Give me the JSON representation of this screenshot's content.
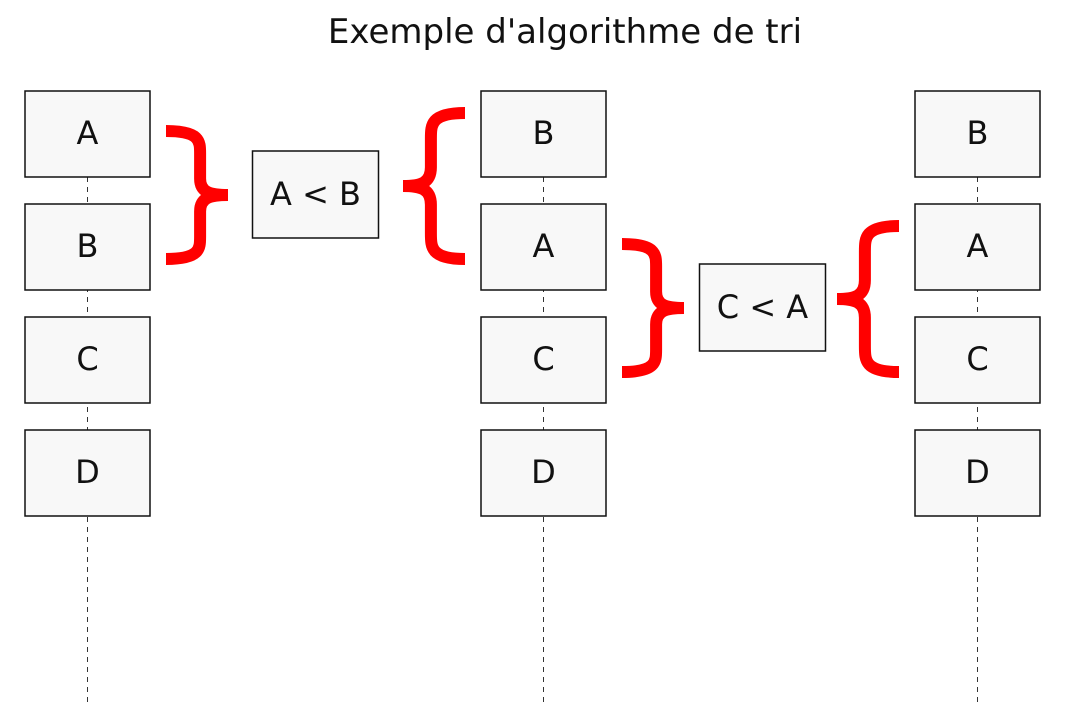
{
  "title": "Exemple d'algorithme de tri",
  "colors": {
    "box_fill": "#f8f8f8",
    "box_stroke": "#111111",
    "brace": "#ff0000",
    "text": "#111111",
    "dashed_line": "#333333"
  },
  "columns": [
    {
      "id": "initial",
      "items": [
        "A",
        "B",
        "C",
        "D"
      ]
    },
    {
      "id": "after-first-comparison",
      "items": [
        "B",
        "A",
        "C",
        "D"
      ]
    },
    {
      "id": "after-second-comparison",
      "items": [
        "B",
        "A",
        "C",
        "D"
      ]
    }
  ],
  "comparisons": [
    {
      "label": "A < B",
      "from_column": 0,
      "from_items": [
        0,
        1
      ],
      "to_column": 1,
      "to_items": [
        0,
        1
      ]
    },
    {
      "label": "C < A",
      "from_column": 1,
      "from_items": [
        1,
        2
      ],
      "to_column": 2,
      "to_items": [
        1,
        2
      ]
    }
  ]
}
